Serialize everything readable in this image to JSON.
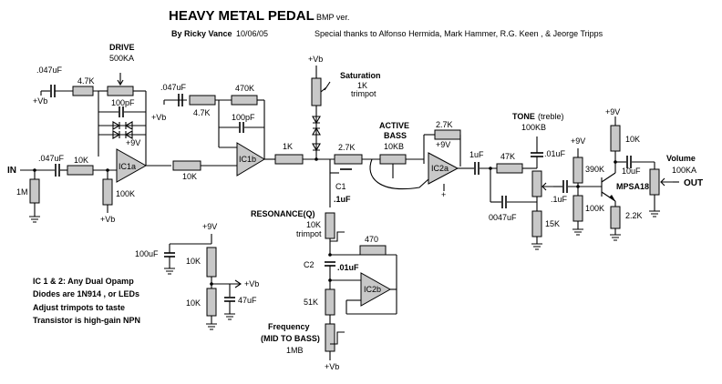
{
  "title": {
    "main": "HEAVY METAL PEDAL",
    "version": "BMP ver.",
    "author": "By Ricky Vance",
    "date": "10/06/05",
    "thanks": "Special thanks to Alfonso Hermida, Mark Hammer, R.G. Keen , & Jeorge Tripps"
  },
  "notes": [
    "IC 1 & 2: Any Dual Opamp",
    "Diodes are 1N914 , or LEDs",
    "Adjust trimpots to taste",
    "Transistor is  high-gain NPN"
  ],
  "labels": {
    "in": "IN",
    "out": "OUT",
    "drive": "DRIVE",
    "drive_val": "500KA",
    "saturation": "Saturation",
    "saturation_val": "1K",
    "saturation_type": "trimpot",
    "active_bass": "ACTIVE",
    "active_bass2": "BASS",
    "active_bass_val": "10KB",
    "tone": "TONE",
    "tone_sub": "(treble)",
    "tone_val": "100KB",
    "volume": "Volume",
    "volume_val": "100KA",
    "resonance": "RESONANCE(Q)",
    "resonance_val": "10K",
    "resonance_type": "trimpot",
    "frequency": "Frequency",
    "frequency_sub": "(MID TO BASS)",
    "frequency_val": "1MB",
    "vb": "+Vb",
    "v9": "+9V",
    "c1": "C1",
    "c2": "C2",
    "transistor": "MPSA18"
  },
  "ics": [
    "IC1a",
    "IC1b",
    "IC2a",
    "IC2b"
  ],
  "values": {
    "c_in": ".047uF",
    "r_in_series": "10K",
    "r_in_shunt": "1M",
    "r_ic1a_fb": "4.7K",
    "c_ic1a_fb": ".047uF",
    "c_ic1a_par": "100pF",
    "r_ic1a_bias": "100K",
    "r_ic1b_in": "10K",
    "r_ic1b_fb1": "4.7K",
    "c_ic1b_fb": ".047uF",
    "r_ic1b_fb2": "470K",
    "c_ic1b_par": "100pF",
    "r_clip1": "1K",
    "r_bass_in": "2.7K",
    "r_bass_fb": "2.7K",
    "c1_val": ".1uF",
    "c2_val": ".01uF",
    "r_res": "470",
    "r_freq": "51K",
    "c_out1": "1uF",
    "r_tone": "47K",
    "c_tone1": ".01uF",
    "c_tone2": "0047uF",
    "r_tone_gnd": "15K",
    "c_tr_in": ".1uF",
    "r_b1": "390K",
    "r_b2": "100K",
    "r_c": "10K",
    "r_e": "2.2K",
    "c_tr_out": "10uF",
    "vb_c": "100uF",
    "vb_r1": "10K",
    "vb_r2": "10K",
    "vb_c2": "47uF"
  }
}
